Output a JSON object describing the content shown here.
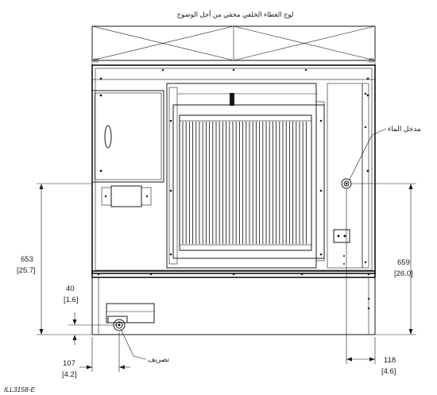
{
  "labels": {
    "top_note": "لوح الغطاء الخلفي مخفي من أجل الوضوح",
    "water_inlet": "مدخل الماء",
    "drain": "تصريف",
    "figure_id": "ILL3158-E"
  },
  "dimensions": {
    "left_height_mm": "653",
    "left_height_in": "[25.7]",
    "drain_height_mm": "40",
    "drain_height_in": "[1.6]",
    "drain_offset_mm": "107",
    "drain_offset_in": "[4.2]",
    "right_height_mm": "659",
    "right_height_in": "[26.0]",
    "inlet_offset_mm": "118",
    "inlet_offset_in": "[4.6]"
  }
}
